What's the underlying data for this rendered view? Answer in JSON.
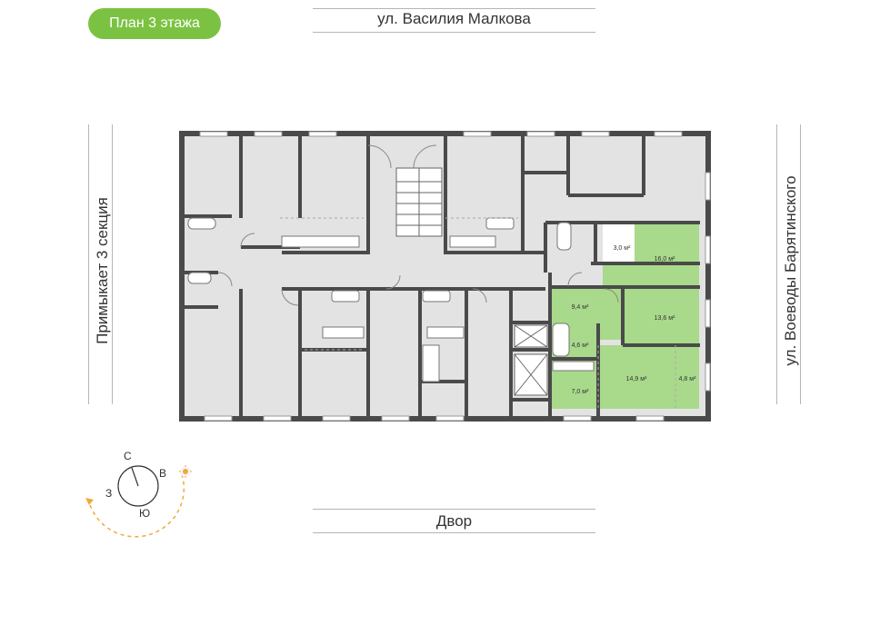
{
  "badge": {
    "label": "План 3 этажа",
    "color": "#7cc242"
  },
  "streets": {
    "top": "ул. Василия Малкова",
    "bottom": "Двор",
    "left": "Примыкает 3 секция",
    "right": "ул. Воеводы Барятинского"
  },
  "colors": {
    "wall": "#4a4a4a",
    "room": "#e3e3e3",
    "highlight": "#a9d98a",
    "accent": "#f0a93b"
  },
  "rooms": {
    "r1": "16,0 м²",
    "r2": "3,0 м²",
    "r3": "9,4 м²",
    "r4": "13,6 м²",
    "r5": "4,6 м²",
    "r6": "14,9 м²",
    "r7": "4,8 м²",
    "r8": "7,0 м²"
  },
  "compass": {
    "n": "С",
    "e": "В",
    "s": "Ю",
    "w": "З",
    "icon": "sun-icon"
  }
}
